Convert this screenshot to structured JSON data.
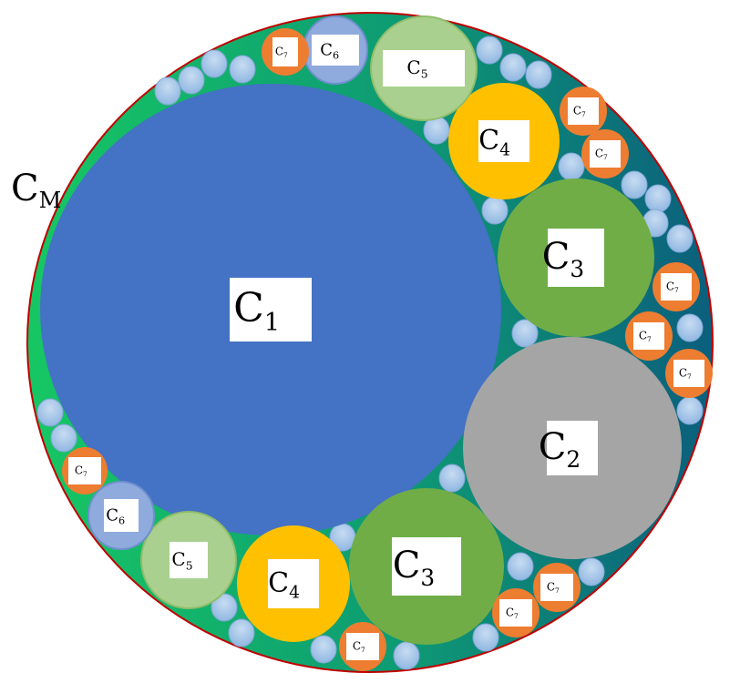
{
  "outer_label": {
    "letter": "C",
    "sub": "M"
  },
  "circles": {
    "c1": {
      "letter": "C",
      "sub": "1"
    },
    "c2": {
      "letter": "C",
      "sub": "2"
    },
    "c3": {
      "letter": "C",
      "sub": "3"
    },
    "c4": {
      "letter": "C",
      "sub": "4"
    },
    "c5": {
      "letter": "C",
      "sub": "5"
    },
    "c6": {
      "letter": "C",
      "sub": "6"
    },
    "c7": {
      "letter": "C",
      "sub": "7"
    }
  },
  "colors": {
    "outer_left": "#16c763",
    "outer_right": "#0b5f7d",
    "outer_border": "#c00000",
    "c1": "#4472c4",
    "c2": "#a5a5a5",
    "c3": "#70ad47",
    "c4": "#ffc000",
    "c5": "#a9d08e",
    "c6": "#8faadc",
    "c7": "#ed7d31",
    "small": "#9dc3e6"
  }
}
